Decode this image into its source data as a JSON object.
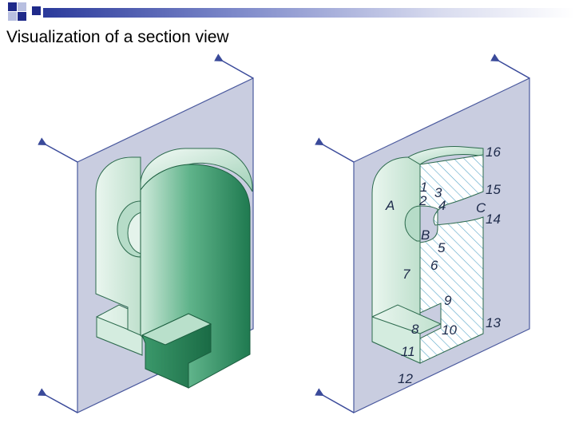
{
  "title": "Visualization of a section view",
  "colors": {
    "title_bar_blue": "#2b3a9b",
    "plane_fill": "#c9cde0",
    "part_green": "#2f8f62",
    "part_light": "#d6ece1",
    "arrow": "#3a4a9a"
  },
  "decor": {
    "squares": [
      {
        "name": "square-dark-1",
        "color": "#1f2a8a"
      },
      {
        "name": "square-light-1",
        "color": "#b8bfe0"
      },
      {
        "name": "square-light-2",
        "color": "#b8bfe0"
      },
      {
        "name": "square-dark-2",
        "color": "#1f2a8a"
      }
    ]
  },
  "section_labels": {
    "letters": [
      "A",
      "B",
      "C"
    ],
    "numbers": [
      "1",
      "2",
      "3",
      "4",
      "5",
      "6",
      "7",
      "8",
      "9",
      "10",
      "11",
      "12",
      "13",
      "14",
      "15",
      "16"
    ]
  }
}
